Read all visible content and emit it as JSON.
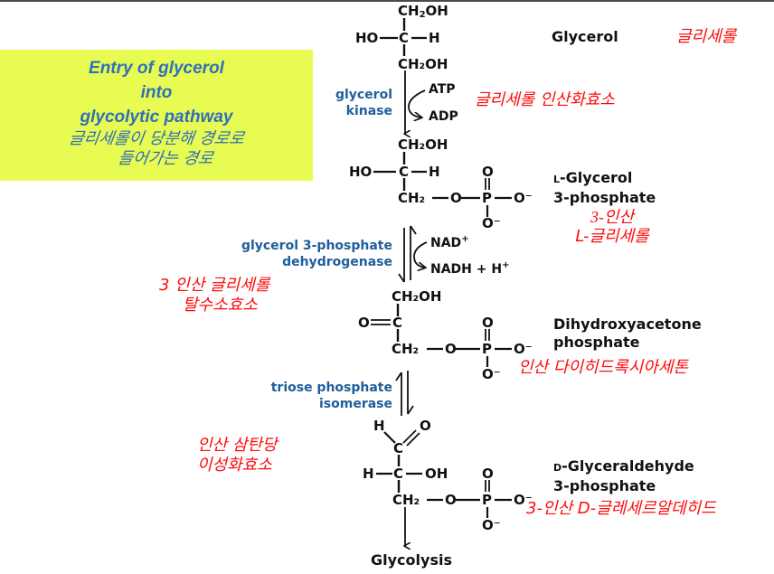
{
  "title_box": {
    "en_line1": "Entry of glycerol",
    "en_line2": "into",
    "en_line3": "glycolytic pathway",
    "ko_line1": "글리세롤이 당분해 경로로",
    "ko_line2": "들어가는 경로",
    "background": "#e8fb52",
    "text_color": "#2f6fb8"
  },
  "compounds": [
    {
      "name": "Glycerol",
      "korean": "글리세롤"
    },
    {
      "prefix": "L",
      "name": "-Glycerol",
      "name_line2": "3-phosphate",
      "korean_line1": "3-인산",
      "korean_line2": "L-글리세롤"
    },
    {
      "name": "Dihydroxyacetone",
      "name_line2": "phosphate",
      "korean": "인산 다이히드록시아세톤"
    },
    {
      "prefix": "D",
      "name": "-Glyceraldehyde",
      "name_line2": "3-phosphate",
      "korean": "3-인산 D-글레세르알데히드"
    }
  ],
  "enzymes": [
    {
      "line1": "glycerol",
      "line2": "kinase",
      "korean": "글리세롤 인산화효소",
      "cofactor_in": "ATP",
      "cofactor_out": "ADP"
    },
    {
      "line1": "glycerol 3-phosphate",
      "line2": "dehydrogenase",
      "korean_line1": "3 인산 글리세롤",
      "korean_line2": "탈수소효소",
      "cofactor_in": "NAD+",
      "cofactor_out": "NADH + H+"
    },
    {
      "line1": "triose phosphate",
      "line2": "isomerase",
      "korean_line1": "인산 삼탄당",
      "korean_line2": "이성화효소"
    }
  ],
  "structure_labels": {
    "ch2oh": "CH₂OH",
    "ho": "HO",
    "h": "H",
    "c": "C",
    "o": "O",
    "p": "P",
    "oh": "OH",
    "ch2": "CH₂",
    "o_minus": "O⁻"
  },
  "end_label": "Glycolysis",
  "colors": {
    "enzyme": "#1f5e9a",
    "korean_annotation": "#ff0a0a",
    "structure": "#111111"
  }
}
